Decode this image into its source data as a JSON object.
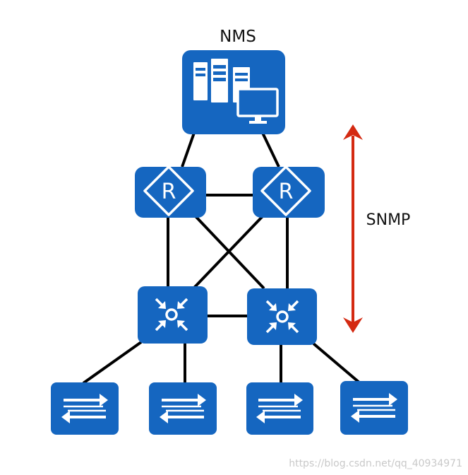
{
  "labels": {
    "nms": "NMS",
    "protocol": "SNMP"
  },
  "watermark": "https://blog.csdn.net/qq_40934971",
  "colors": {
    "device_fill": "#1566c0",
    "link": "#000000",
    "arrow": "#d42a12",
    "icon": "#ffffff"
  },
  "icons": {
    "nms": "server-workstation-icon",
    "router": "router-icon",
    "core_switch": "core-switch-icon",
    "access_switch": "access-switch-icon"
  }
}
